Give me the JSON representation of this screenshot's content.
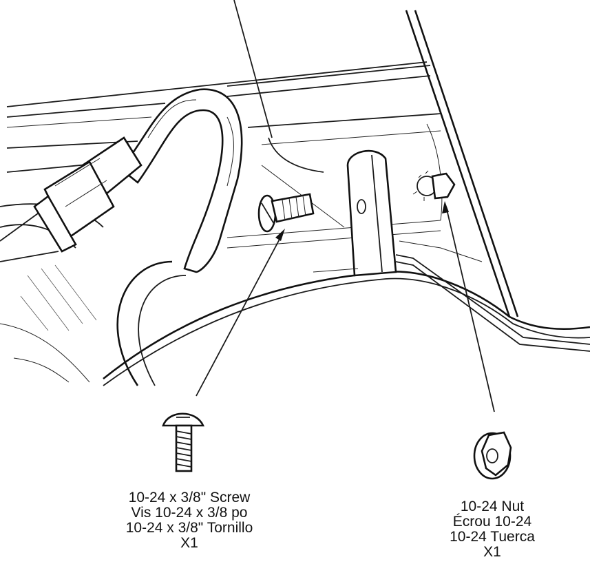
{
  "parts": {
    "screw": {
      "icon": "screw-icon",
      "lines": [
        "10-24 x 3/8\" Screw",
        "Vis 10-24 x 3/8 po",
        "10-24 x 3/8\" Tornillo",
        "X1"
      ]
    },
    "nut": {
      "icon": "nut-icon",
      "lines": [
        "10-24 Nut",
        "Écrou 10-24",
        "10-24 Tuerca",
        "X1"
      ]
    }
  }
}
